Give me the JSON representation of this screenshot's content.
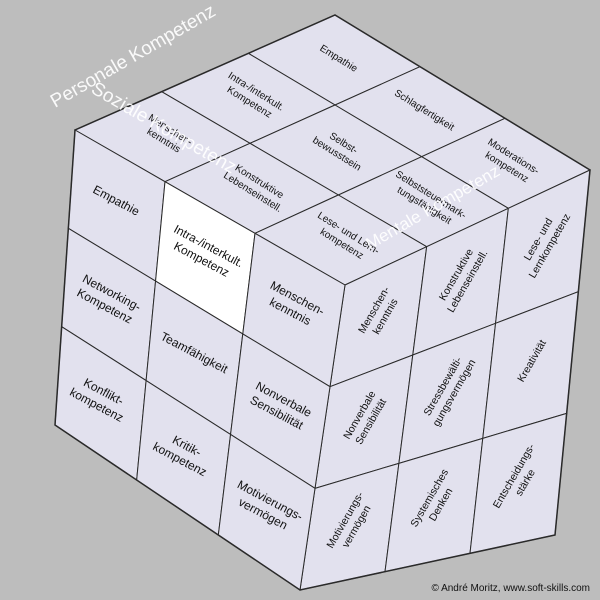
{
  "faces": {
    "front": {
      "label": "Soziale Kompetenz",
      "cells": [
        [
          "Empathie",
          "Intra-/interkult.\nKompetenz",
          "Menschen-\nkenntnis"
        ],
        [
          "Networking-\nKompetenz",
          "Teamfähigkeit",
          "Nonverbale\nSensibilität"
        ],
        [
          "Konflikt-\nkompetenz",
          "Kritik-\nkompetenz",
          "Motivierungs-\nvermögen"
        ]
      ],
      "highlight": [
        0,
        1
      ]
    },
    "top": {
      "label": "Personale Kompetenz",
      "cells": [
        [
          "Empathie",
          "Schlagfertigkeit",
          "Moderations-\nkompetenz"
        ],
        [
          "Intra-/interkult.\nKompetenz",
          "Selbst-\nbewusstsein",
          "Selbststeuermark-\ntungsfähigkeit"
        ],
        [
          "Menschen-\nkenntnis",
          "Konstruktive\nLebenseinstell.",
          "Lese- und Lern-\nkompetenz"
        ]
      ]
    },
    "right": {
      "label": "Mentale Kompetenz",
      "cells": [
        [
          "Menschen-\nkenntnis",
          "Konstruktive\nLebenseinstell.",
          "Lese- und\nLernkompetenz"
        ],
        [
          "Nonverbale\nSensibilität",
          "Stressbewälti-\ngungsvermögen",
          "Kreativität"
        ],
        [
          "Motivierungs-\nvermögen",
          "Systemisches\nDenken",
          "Entscheidungs-\nstärke"
        ]
      ]
    }
  },
  "colors": {
    "face": "#e2e1ee",
    "highlight": "#ffffff",
    "stroke": "#2a2a2a",
    "label": "#ffffff"
  },
  "copyright": "© André Moritz, www.soft-skills.com"
}
